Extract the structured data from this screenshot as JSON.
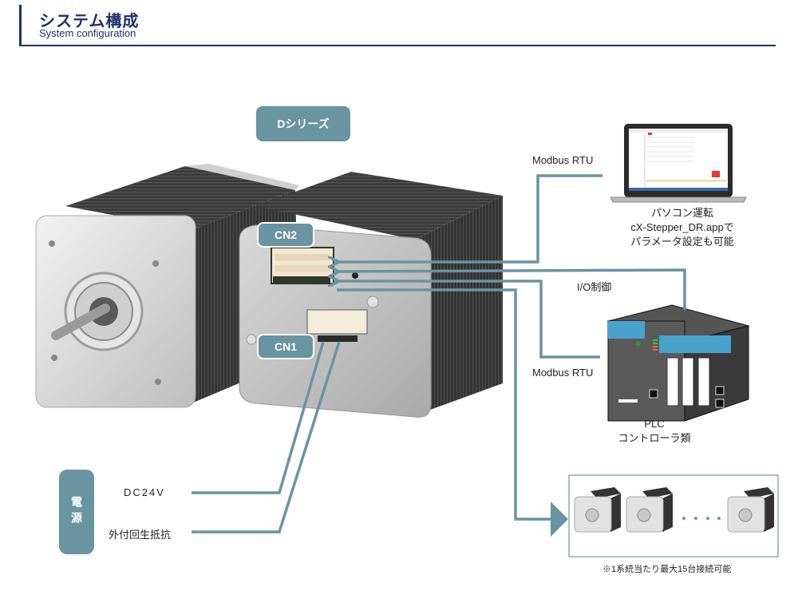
{
  "header": {
    "title": "システム構成",
    "subtitle": "System configuration"
  },
  "series_badge": "Dシリーズ",
  "connectors": {
    "cn2": "CN2",
    "cn1": "CN1"
  },
  "pc": {
    "link_label": "Modbus RTU",
    "caption_line1": "パソコン運転",
    "caption_line2": "cX-Stepper_DR.appで",
    "caption_line3": "パラメータ設定も可能"
  },
  "plc": {
    "io_label": "I/O制御",
    "link_label": "Modbus RTU",
    "caption_line1": "PLC",
    "caption_line2": "コントローラ類"
  },
  "power": {
    "badge": "電源",
    "dc_label": "DC24V",
    "resistor_label": "外付回生抵抗"
  },
  "daisy_chain": {
    "ellipsis": "・・・・",
    "note": "※1系統当たり最大15台接続可能"
  },
  "colors": {
    "accent": "#6a94a0",
    "header": "#1f2f6b",
    "plc_blue": "#4aa3cc"
  }
}
